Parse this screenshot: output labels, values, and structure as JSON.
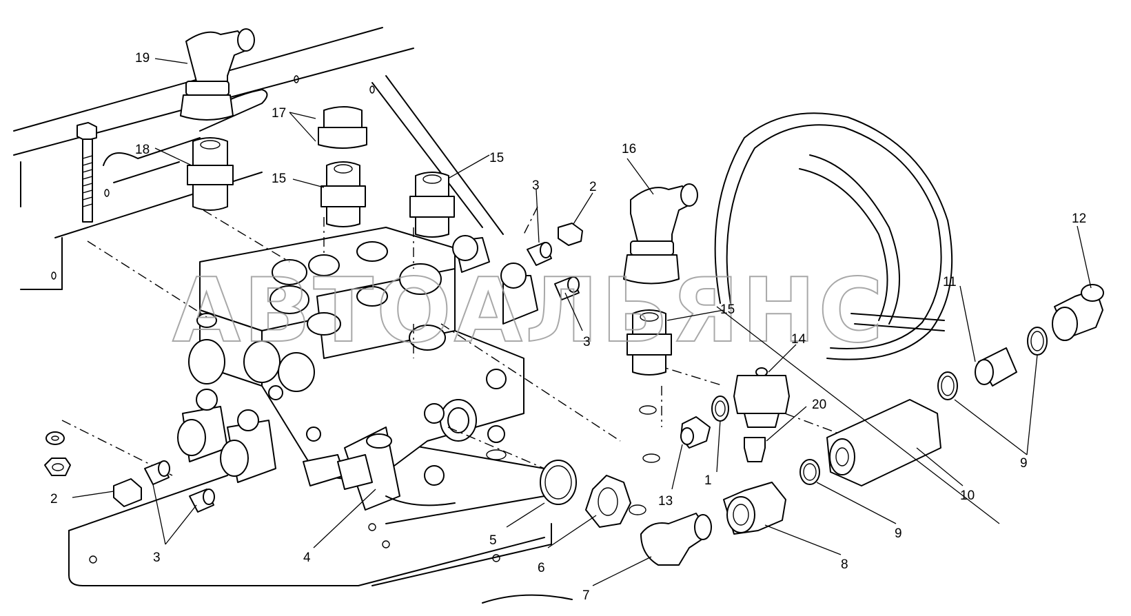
{
  "watermark": "АВТОАЛЬЯНС",
  "callouts": {
    "c1": "1",
    "c2a": "2",
    "c2b": "2",
    "c3a": "3",
    "c3b": "3",
    "c3c": "3",
    "c4": "4",
    "c5": "5",
    "c6": "6",
    "c7": "7",
    "c8": "8",
    "c9a": "9",
    "c9b": "9",
    "c10": "10",
    "c11": "11",
    "c12": "12",
    "c13": "13",
    "c14": "14",
    "c15a": "15",
    "c15b": "15",
    "c15c": "15",
    "c16": "16",
    "c17": "17",
    "c18": "18",
    "c19": "19",
    "c20": "20"
  }
}
